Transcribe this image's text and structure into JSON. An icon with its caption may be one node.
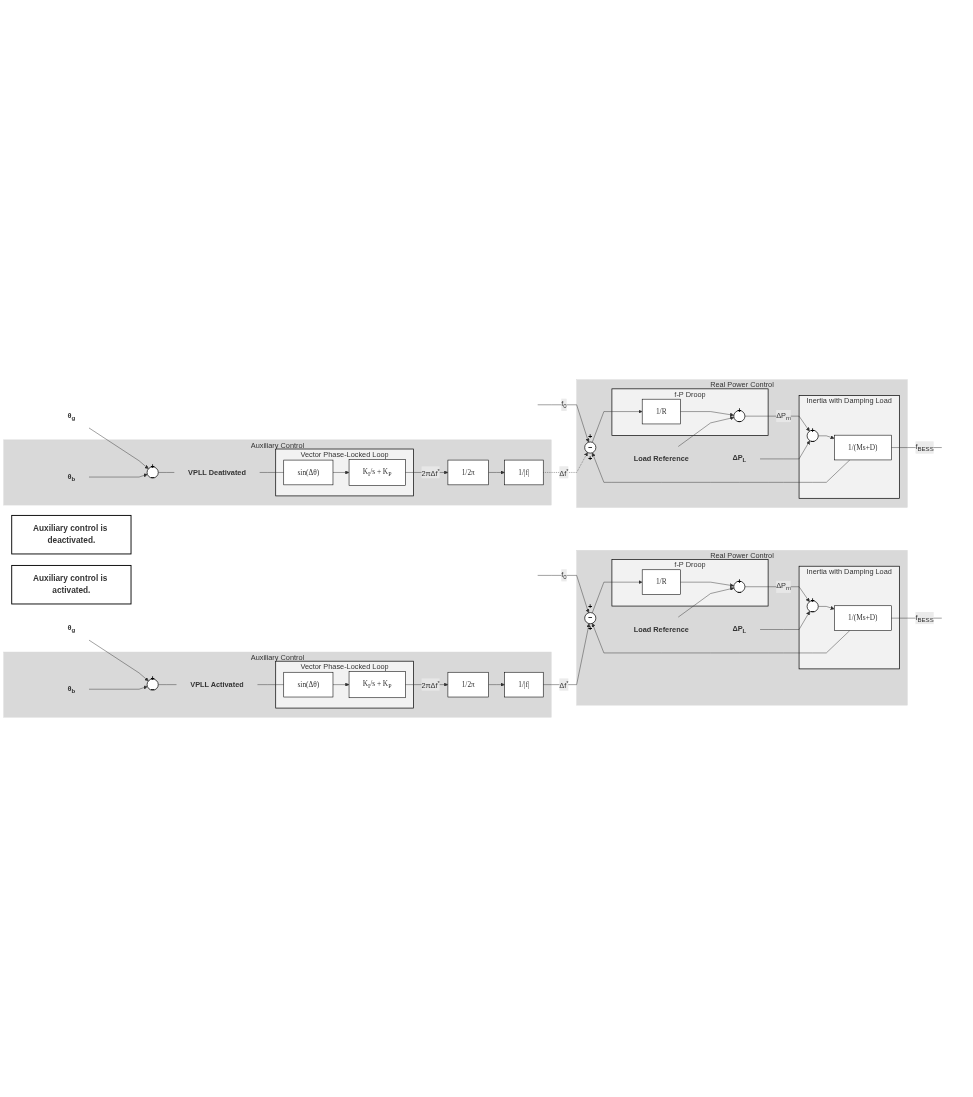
{
  "diagram": {
    "nodes": [
      {
        "text": [
          "Auxiliary control is deactivated."
        ]
      },
      {
        "text": [
          "Real Power Control"
        ]
      },
      {
        "text": [
          "+",
          "−",
          "+"
        ],
        "in": 1
      },
      {
        "text": [
          "f-P Droop"
        ],
        "in": 1
      },
      {
        "text": [
          "1/R"
        ],
        "in": 3
      },
      {
        "text": [
          "+",
          "−"
        ],
        "in": 3
      },
      {
        "text": [
          "Load Reference"
        ],
        "in": 1
      },
      {
        "text": [
          "Inertia with Damping Load"
        ],
        "in": 1
      },
      {
        "text": [
          "+",
          "−"
        ],
        "in": 7
      },
      {
        "text": [
          "1/(Ms+D)"
        ],
        "in": 7
      },
      {
        "text": [
          "ΔP$_{L}$"
        ],
        "in": 1
      },
      {
        "text": [
          "Auxiliary Control"
        ]
      },
      {
        "text": [
          "1/|f|"
        ],
        "in": 11
      },
      {
        "text": [
          "1/2π"
        ],
        "in": 11
      },
      {
        "text": [
          "Vector Phase-Locked Loop"
        ],
        "in": 11
      },
      {
        "text": [
          "K$_{I}$/s + K$_{P}$"
        ],
        "in": 14
      },
      {
        "text": [
          "sin(Δθ)"
        ],
        "in": 14
      },
      {
        "text": [
          "VPLL Deativated"
        ],
        "in": 11
      },
      {
        "text": [
          "+",
          "−"
        ],
        "in": 11
      },
      {
        "text": [
          "θ$_{g}$"
        ]
      },
      {
        "text": [
          "θ$_{b}$"
        ],
        "in": 11
      },
      {
        "text": [
          "Auxiliary control is activated."
        ]
      },
      {
        "text": [
          "Real Power Control"
        ]
      },
      {
        "text": [
          "+",
          "−",
          "+"
        ],
        "in": 22
      },
      {
        "text": [
          "f-P Droop"
        ],
        "in": 22
      },
      {
        "text": [
          "1/R"
        ],
        "in": 24
      },
      {
        "text": [
          "+",
          "−"
        ],
        "in": 24
      },
      {
        "text": [
          "Load Reference"
        ],
        "in": 22
      },
      {
        "text": [
          "Inertia with Damping Load"
        ],
        "in": 22
      },
      {
        "text": [
          "+",
          "−"
        ],
        "in": 28
      },
      {
        "text": [
          "1/(Ms+D)"
        ],
        "in": 28
      },
      {
        "text": [
          "ΔP$_{L}$"
        ],
        "in": 22
      },
      {
        "text": [
          "Auxiliary Control"
        ]
      },
      {
        "text": [
          "1/|f|"
        ],
        "in": 32
      },
      {
        "text": [
          "1/2π"
        ],
        "in": 32
      },
      {
        "text": [
          "Vector Phase-Locked Loop"
        ],
        "in": 32
      },
      {
        "text": [
          "K$_{I}$/s + K$_{P}$"
        ],
        "in": 35
      },
      {
        "text": [
          "sin(Δθ)"
        ],
        "in": 35
      },
      {
        "text": [
          "VPLL Activated"
        ],
        "in": 32
      },
      {
        "text": [
          "+",
          "−"
        ],
        "in": 32
      },
      {
        "text": [
          "θ$_{g}$"
        ]
      },
      {
        "text": [
          "θ$_{b}$"
        ],
        "in": 32
      }
    ],
    "edges": [
      {
        "from": null,
        "to": 2,
        "arrow": "to",
        "label": "f$_{0}$"
      },
      {
        "from": 2,
        "to": 4,
        "arrow": "to"
      },
      {
        "from": 4,
        "to": 5,
        "arrow": "to"
      },
      {
        "from": 6,
        "to": 5,
        "arrow": "to"
      },
      {
        "from": 5,
        "to": 8,
        "arrow": "to",
        "label": "ΔP$_{m}$"
      },
      {
        "from": 10,
        "to": 8,
        "arrow": "to"
      },
      {
        "from": 8,
        "to": 9,
        "arrow": "to"
      },
      {
        "from": 9,
        "to": null,
        "arrow": "none",
        "label": "f$_{BESS}$"
      },
      {
        "from": 9,
        "to": 2,
        "arrow": "to"
      },
      {
        "from": 19,
        "to": 18,
        "arrow": "to"
      },
      {
        "from": 20,
        "to": 18,
        "arrow": "to"
      },
      {
        "from": 18,
        "to": 17,
        "arrow": "none"
      },
      {
        "from": 17,
        "to": 16,
        "arrow": "none"
      },
      {
        "from": 16,
        "to": 15,
        "arrow": "to"
      },
      {
        "from": 15,
        "to": 13,
        "arrow": "to",
        "label": "2πΔf$^{*}$"
      },
      {
        "from": 13,
        "to": 12,
        "arrow": "to"
      },
      {
        "from": 12,
        "to": 2,
        "arrow": "to",
        "style": "dashed",
        "label": "Δf$^{*}$"
      },
      {
        "from": null,
        "to": 23,
        "arrow": "to",
        "label": "f$_{0}$"
      },
      {
        "from": 23,
        "to": 25,
        "arrow": "to"
      },
      {
        "from": 25,
        "to": 26,
        "arrow": "to"
      },
      {
        "from": 27,
        "to": 26,
        "arrow": "to"
      },
      {
        "from": 26,
        "to": 29,
        "arrow": "to",
        "label": "ΔP$_{m}$"
      },
      {
        "from": 31,
        "to": 29,
        "arrow": "to"
      },
      {
        "from": 29,
        "to": 30,
        "arrow": "to"
      },
      {
        "from": 30,
        "to": null,
        "arrow": "none",
        "label": "f$_{BESS}$"
      },
      {
        "from": 30,
        "to": 23,
        "arrow": "to"
      },
      {
        "from": 40,
        "to": 39,
        "arrow": "to"
      },
      {
        "from": 41,
        "to": 39,
        "arrow": "to"
      },
      {
        "from": 39,
        "to": 38,
        "arrow": "none"
      },
      {
        "from": 38,
        "to": 37,
        "arrow": "none"
      },
      {
        "from": 37,
        "to": 36,
        "arrow": "to"
      },
      {
        "from": 36,
        "to": 34,
        "arrow": "to",
        "label": "2πΔf$^{*}$"
      },
      {
        "from": 34,
        "to": 33,
        "arrow": "to"
      },
      {
        "from": 33,
        "to": 23,
        "arrow": "to",
        "label": "Δf$^{*}$"
      }
    ]
  }
}
